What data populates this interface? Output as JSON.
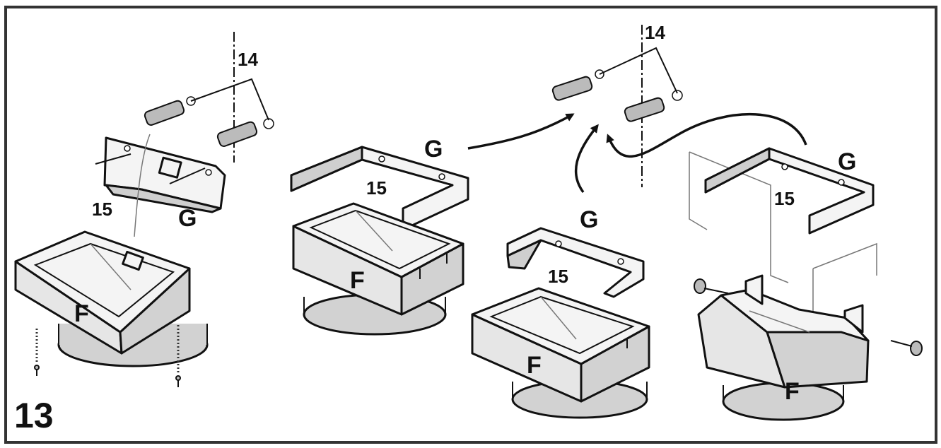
{
  "figure_number": "13",
  "labels": {
    "filter": "F",
    "bracket": "G",
    "bracket_number": "15",
    "plug_number": "14"
  }
}
